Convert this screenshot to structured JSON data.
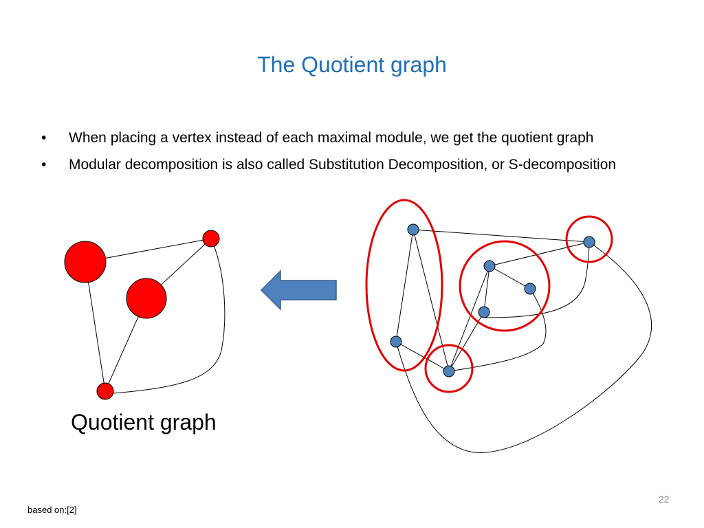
{
  "slide": {
    "title": "The Quotient graph",
    "bullets": [
      "When placing a vertex instead of each maximal module, we get the quotient graph",
      "Modular decomposition is also called Substitution Decomposition, or S-decomposition"
    ],
    "bullet_glyph": "•",
    "caption": "Quotient graph",
    "footnote": "based on:[2]",
    "page_number": "22"
  },
  "colors": {
    "title": "#1f6fb5",
    "quotient_node": "#ff0000",
    "graph_node": "#4f81bd",
    "module_outline": "#e00000",
    "arrow": "#4f81bd"
  }
}
